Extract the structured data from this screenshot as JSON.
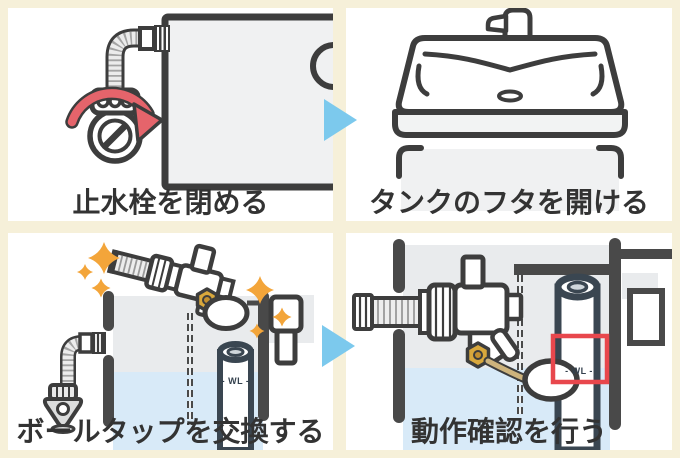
{
  "page": {
    "background": "#f6f0d9",
    "type": "instruction-diagram",
    "steps_count": 4
  },
  "colors": {
    "outline": "#3d3d3d",
    "panel_bg": "#ffffff",
    "tank_gray": "#f0f1f2",
    "interior_gray": "#e9ebed",
    "water_blue": "#d8eaf8",
    "step_arrow_blue": "#7cc9ed",
    "rotate_arrow_red": "#e5646b",
    "highlight_red": "#e8474d",
    "sparkle_orange": "#f3a53a",
    "brass": "#d9a83c"
  },
  "panels": [
    {
      "caption": "止水栓を閉める"
    },
    {
      "caption": "タンクのフタを開ける"
    },
    {
      "caption": "ボールタップを交換する",
      "water_level_label": "- WL -"
    },
    {
      "caption": "動作確認を行う",
      "water_level_label": "- WL -"
    }
  ]
}
